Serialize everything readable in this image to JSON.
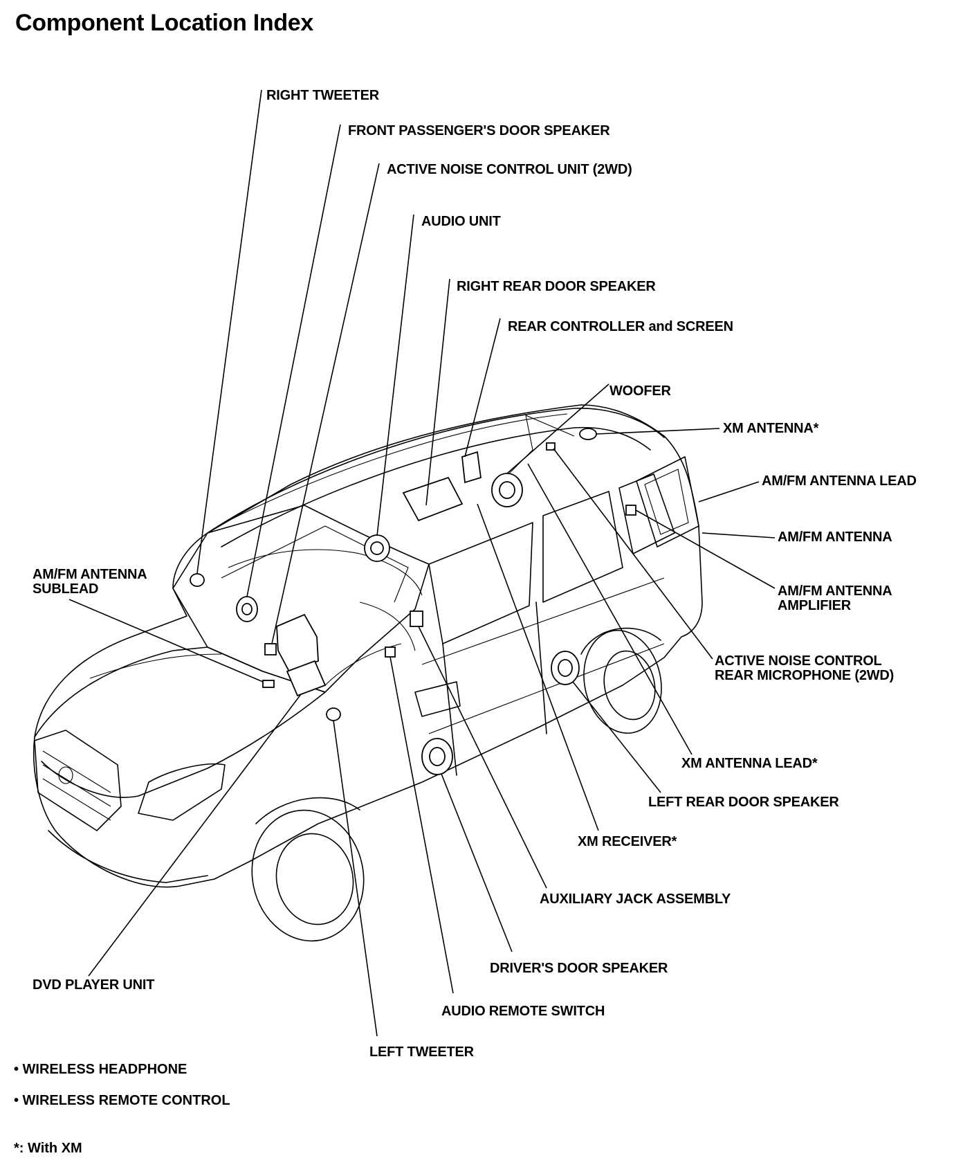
{
  "title": "Component Location Index",
  "labels": {
    "right_tweeter": "RIGHT TWEETER",
    "front_passenger_door_speaker": "FRONT PASSENGER'S DOOR SPEAKER",
    "active_noise_control_unit": "ACTIVE NOISE CONTROL UNIT (2WD)",
    "audio_unit": "AUDIO UNIT",
    "right_rear_door_speaker": "RIGHT REAR DOOR SPEAKER",
    "rear_controller_screen": "REAR CONTROLLER and SCREEN",
    "woofer": "WOOFER",
    "xm_antenna": "XM ANTENNA*",
    "amfm_antenna_lead": "AM/FM ANTENNA LEAD",
    "amfm_antenna": "AM/FM ANTENNA",
    "amfm_antenna_amplifier_1": "AM/FM ANTENNA",
    "amfm_antenna_amplifier_2": "AMPLIFIER",
    "amfm_antenna_sublead_1": "AM/FM ANTENNA",
    "amfm_antenna_sublead_2": "SUBLEAD",
    "anc_rear_mic_1": "ACTIVE NOISE CONTROL",
    "anc_rear_mic_2": "REAR MICROPHONE (2WD)",
    "xm_antenna_lead": "XM ANTENNA LEAD*",
    "left_rear_door_speaker": "LEFT REAR DOOR SPEAKER",
    "xm_receiver": "XM RECEIVER*",
    "auxiliary_jack": "AUXILIARY JACK ASSEMBLY",
    "drivers_door_speaker": "DRIVER'S DOOR SPEAKER",
    "dvd_player_unit": "DVD PLAYER UNIT",
    "audio_remote_switch": "AUDIO REMOTE SWITCH",
    "left_tweeter": "LEFT TWEETER"
  },
  "notes": {
    "wireless_headphone": "• WIRELESS HEADPHONE",
    "wireless_remote": "• WIRELESS REMOTE CONTROL",
    "footnote": "*: With XM"
  }
}
